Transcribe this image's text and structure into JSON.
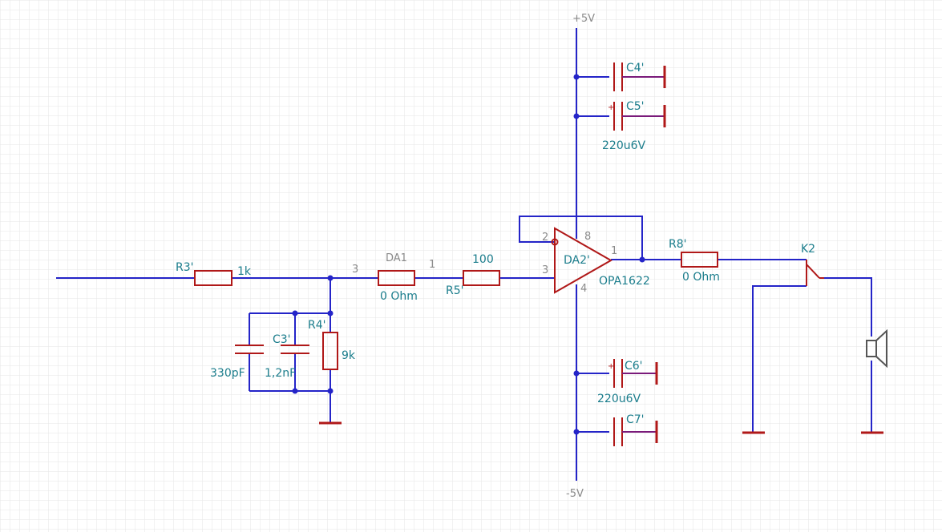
{
  "schematic": {
    "rails": {
      "vplus": "+5V",
      "vminus": "-5V"
    },
    "components": {
      "r3": {
        "ref": "R3'",
        "value": "1k"
      },
      "c3a": {
        "value": "330pF"
      },
      "c3": {
        "ref": "C3'",
        "value": "1,2nF"
      },
      "r4": {
        "ref": "R4'",
        "value": "9k"
      },
      "da1": {
        "ref": "DA1",
        "value": "0 Ohm",
        "pin_in": "3",
        "pin_out": "1"
      },
      "r5": {
        "ref": "R5'",
        "value": "100"
      },
      "da2": {
        "ref": "DA2'",
        "value": "OPA1622",
        "pin_inv": "2",
        "pin_noninv": "3",
        "pin_vplus": "8",
        "pin_vminus": "4",
        "pin_out": "1"
      },
      "c4": {
        "ref": "C4'"
      },
      "c5": {
        "ref": "C5'",
        "value": "220u6V",
        "polarity": "+"
      },
      "c6": {
        "ref": "C6'",
        "value": "220u6V",
        "polarity": "+"
      },
      "c7": {
        "ref": "C7'"
      },
      "r8": {
        "ref": "R8'",
        "value": "0 Ohm"
      },
      "k2": {
        "ref": "K2"
      }
    },
    "icons": [
      "ground-icon",
      "speaker-icon",
      "switch-icon"
    ],
    "colors": {
      "wire": "#2424c8",
      "component": "#b01818",
      "label": "#1b7d8c",
      "grid": "#e6e6e6"
    }
  }
}
